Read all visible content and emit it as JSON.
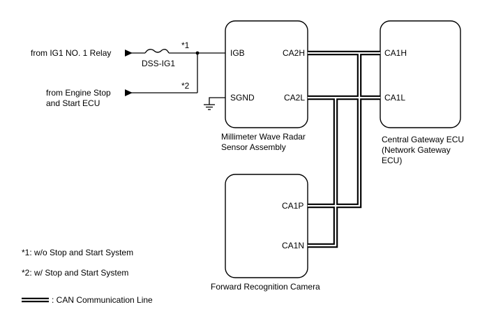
{
  "sources": {
    "ig1_relay": "from IG1 NO. 1 Relay",
    "engine_stop_line1": "from Engine Stop",
    "engine_stop_line2": "and Start ECU"
  },
  "fuse": {
    "label": "DSS-IG1"
  },
  "markers": {
    "m1": "*1",
    "m2": "*2"
  },
  "radar": {
    "name_line1": "Millimeter Wave Radar",
    "name_line2": "Sensor Assembly",
    "pins": {
      "igb": "IGB",
      "sgnd": "SGND",
      "ca2h": "CA2H",
      "ca2l": "CA2L"
    }
  },
  "gateway": {
    "name_line1": "Central Gateway ECU",
    "name_line2": "(Network Gateway",
    "name_line3": "ECU)",
    "pins": {
      "ca1h": "CA1H",
      "ca1l": "CA1L"
    }
  },
  "camera": {
    "name": "Forward Recognition Camera",
    "pins": {
      "ca1p": "CA1P",
      "ca1n": "CA1N"
    }
  },
  "notes": {
    "n1": "*1: w/o Stop and Start System",
    "n2": "*2: w/ Stop and Start System"
  },
  "legend": {
    "can_line": ": CAN Communication Line"
  }
}
